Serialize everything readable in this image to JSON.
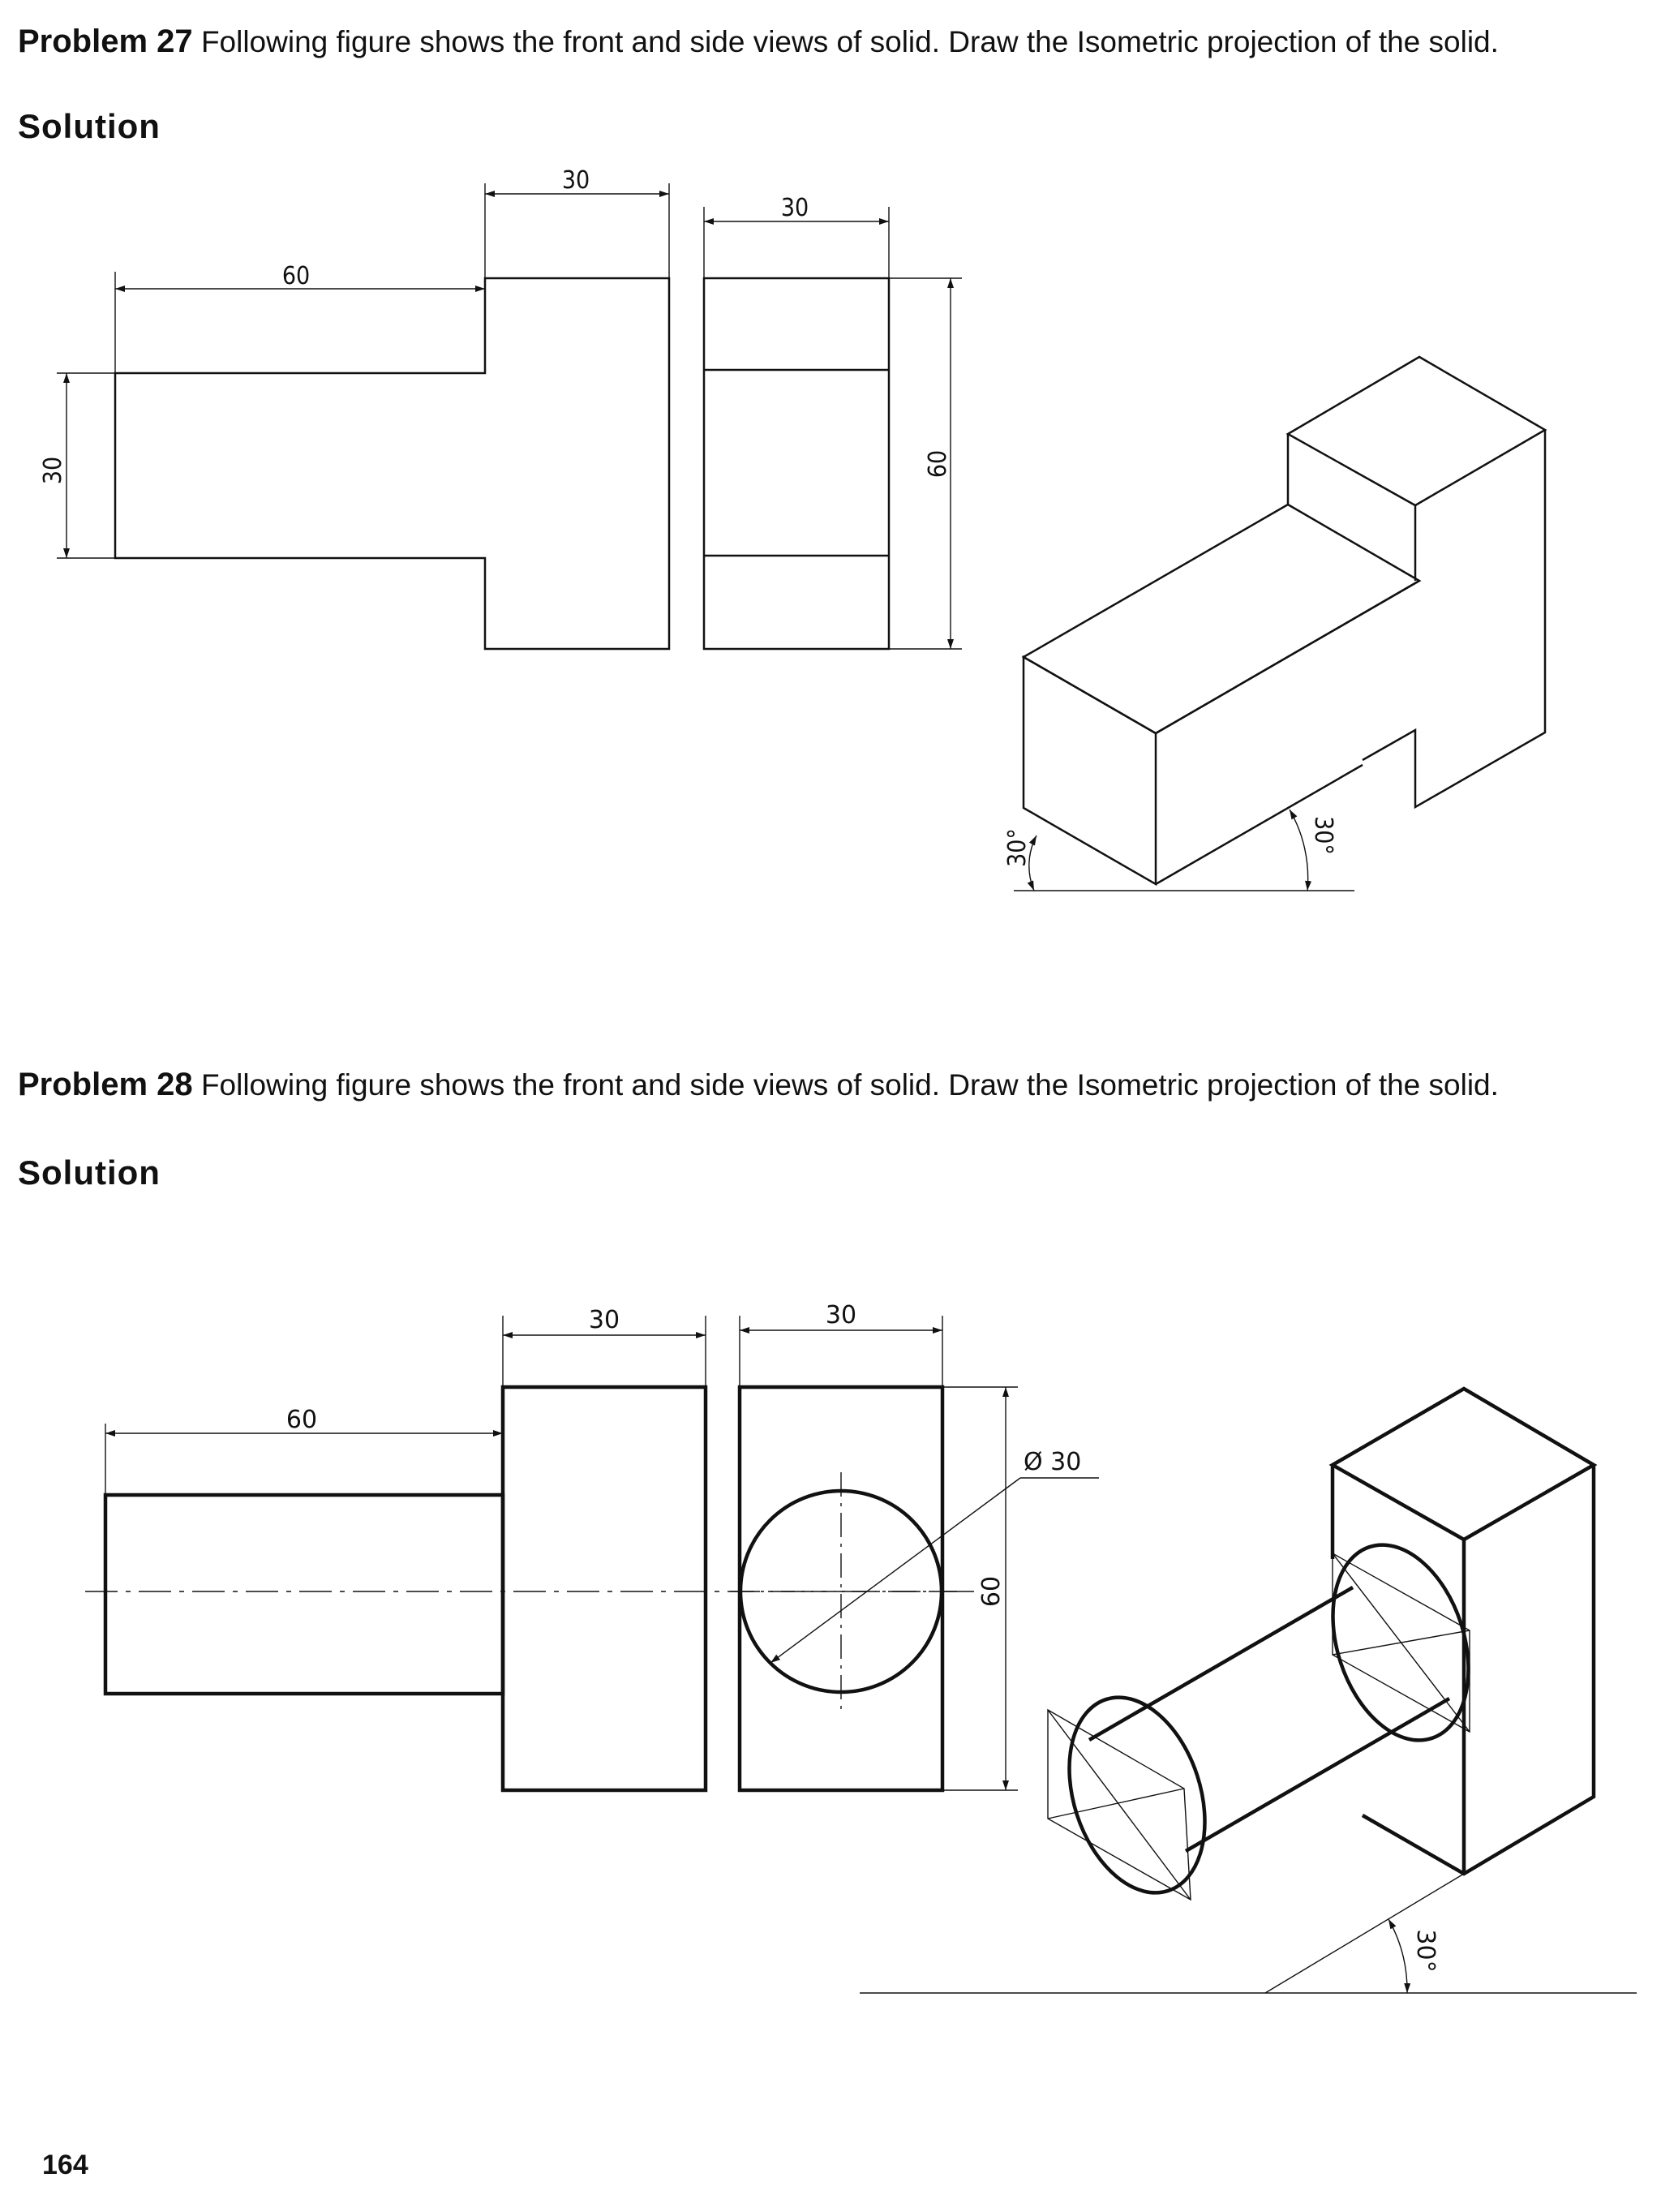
{
  "problem27": {
    "label": "Problem 27",
    "text": "Following figure shows the front and side views of solid. Draw the Isometric projection of the solid.",
    "solution": "Solution",
    "dims": {
      "top_width": "30",
      "side_width": "30",
      "length": "60",
      "height": "60",
      "shaft_height": "30"
    },
    "angles": {
      "left": "30°",
      "right": "30°"
    }
  },
  "problem28": {
    "label": "Problem 28",
    "text": "Following figure shows the front and side views of solid. Draw the Isometric projection of the solid.",
    "solution": "Solution",
    "dims": {
      "top_width": "30",
      "side_width": "30",
      "length": "60",
      "height": "60",
      "diameter": "Ø 30"
    },
    "angles": {
      "right": "30°"
    }
  },
  "page_number": "164",
  "colors": {
    "ink": "#111111",
    "paper": "#ffffff"
  }
}
